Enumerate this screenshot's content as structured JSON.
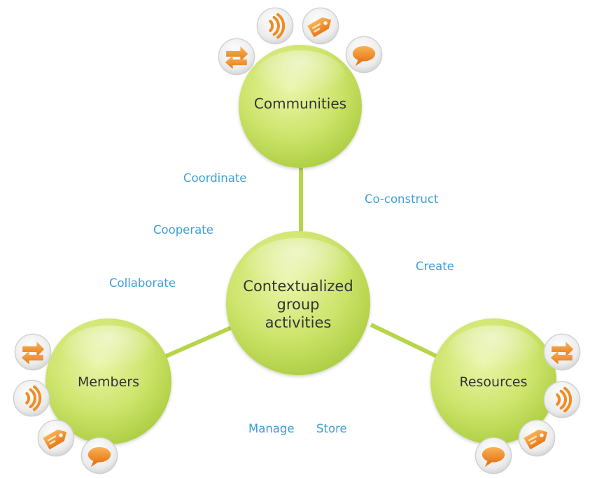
{
  "nodes": {
    "center": "Contextualized group activities",
    "center_lines": [
      "Contextualized",
      "group",
      "activities"
    ],
    "communities": "Communities",
    "members": "Members",
    "resources": "Resources"
  },
  "labels": {
    "coordinate": "Coordinate",
    "cooperate": "Cooperate",
    "collaborate": "Collaborate",
    "co_construct": "Co-construct",
    "create": "Create",
    "manage": "Manage",
    "store": "Store"
  },
  "colors": {
    "label_blue": "#3d9fd6",
    "node_green": "#c2dc5a",
    "icon_orange": "#f2902a",
    "connector": "#b7d44a"
  },
  "icons": [
    "exchange-arrows-icon",
    "rss-waves-icon",
    "tag-icon",
    "speech-bubble-icon"
  ]
}
